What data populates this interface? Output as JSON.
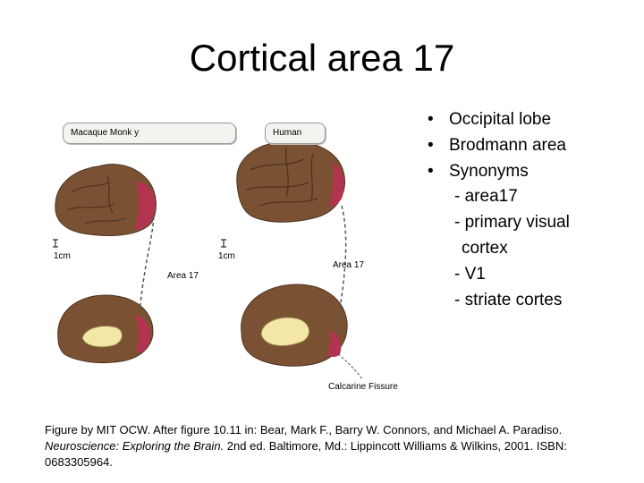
{
  "title": "Cortical area 17",
  "bullets": {
    "items": [
      "Occipital lobe",
      "Brodmann area",
      "Synonyms"
    ],
    "bullet_symbol": "•",
    "sub_items": [
      "- area17",
      "- primary visual",
      "cortex",
      "- V1",
      "- striate cortes"
    ]
  },
  "figure": {
    "macaque_label": "Macaque Monk y",
    "human_label": "Human",
    "scale_left": "1cm",
    "scale_right": "1cm",
    "area17_left": "Area 17",
    "area17_right": "Area 17",
    "calcarine": "Calcarine Fissure",
    "colors": {
      "brain": "#7a5233",
      "brain_dark": "#4e3220",
      "area17": "#b3344f",
      "corpus": "#f3e6a6"
    }
  },
  "caption": {
    "part1": "Figure by MIT OCW. After figure 10.11 in: Bear, Mark F., Barry W. Connors, and Michael A. Paradiso. ",
    "book_title": "Neuroscience: Exploring the Brain.",
    "part2": " 2nd ed. Baltimore, Md.: Lippincott Williams & Wilkins, 2001. ISBN: 0683305964."
  }
}
